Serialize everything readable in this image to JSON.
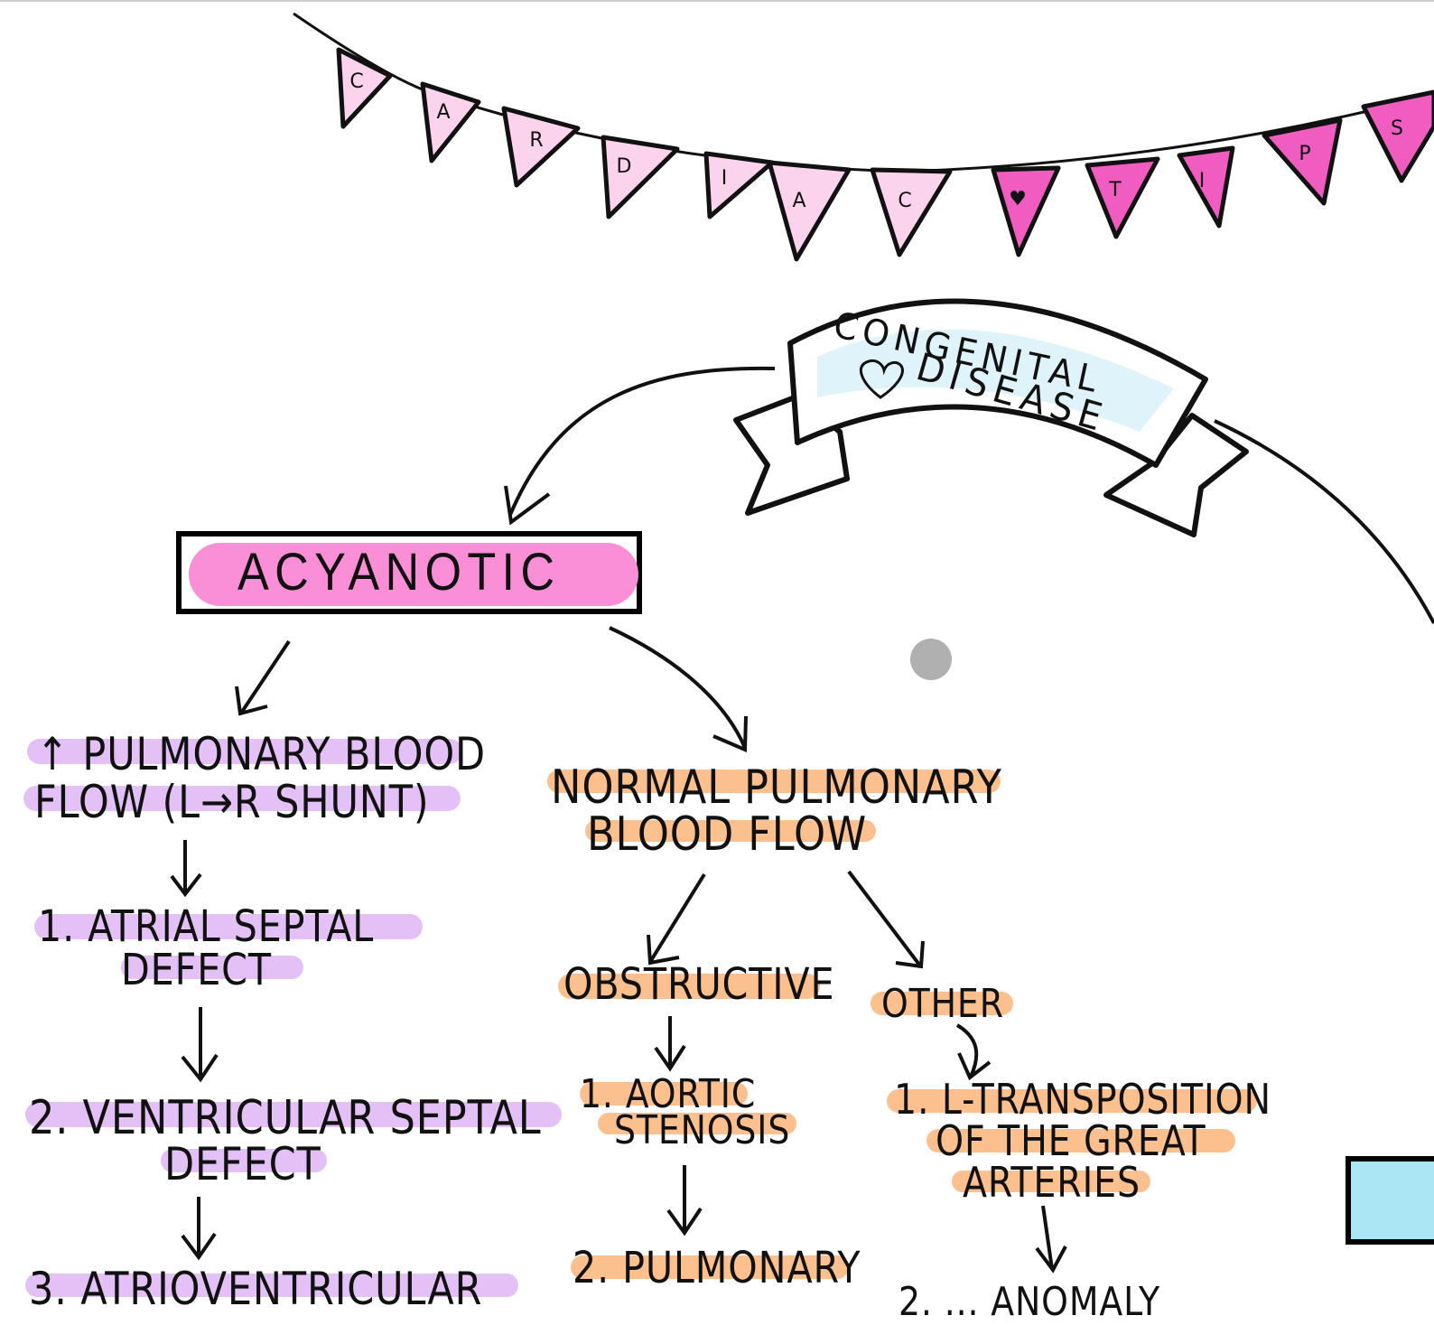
{
  "banner": {
    "letters": [
      "C",
      "A",
      "R",
      "D",
      "I",
      "A",
      "C",
      "♥",
      "T",
      "I",
      "P",
      "S"
    ],
    "light_pink": "#fbd3ec",
    "hot_pink": "#f05cc0"
  },
  "title_ribbon": {
    "line1": "CONGENITAL",
    "line2": "DISEASE",
    "heart_icon": "heart-outline-icon",
    "fill": "#dff4fa"
  },
  "acyanotic": {
    "label": "ACYANOTIC",
    "fill": "#fa8fd8"
  },
  "left_column": {
    "highlight": "#e3c1f6",
    "heading_line1": "↑ PULMONARY BLOOD",
    "heading_line2": "FLOW  (L→R SHUNT)",
    "item1_line1": "1. ATRIAL SEPTAL",
    "item1_line2": "DEFECT",
    "item2_line1": "2. VENTRICULAR SEPTAL",
    "item2_line2": "DEFECT",
    "item3_line1": "3. ATRIOVENTRICULAR"
  },
  "middle_column": {
    "highlight": "#fcc08f",
    "heading_line1": "NORMAL PULMONARY",
    "heading_line2": "BLOOD  FLOW",
    "obstructive": "OBSTRUCTIVE",
    "obs_item1_line1": "1. AORTIC",
    "obs_item1_line2": "STENOSIS",
    "obs_item2_line1": "2. PULMONARY",
    "other": "OTHER",
    "other_item1_line1": "1. L-TRANSPOSITION",
    "other_item1_line2": "OF THE GREAT",
    "other_item1_line3": "ARTERIES",
    "other_item2_line1": "2. ... ANOMALY"
  },
  "side_box": {
    "fill": "#a9e7f5"
  }
}
